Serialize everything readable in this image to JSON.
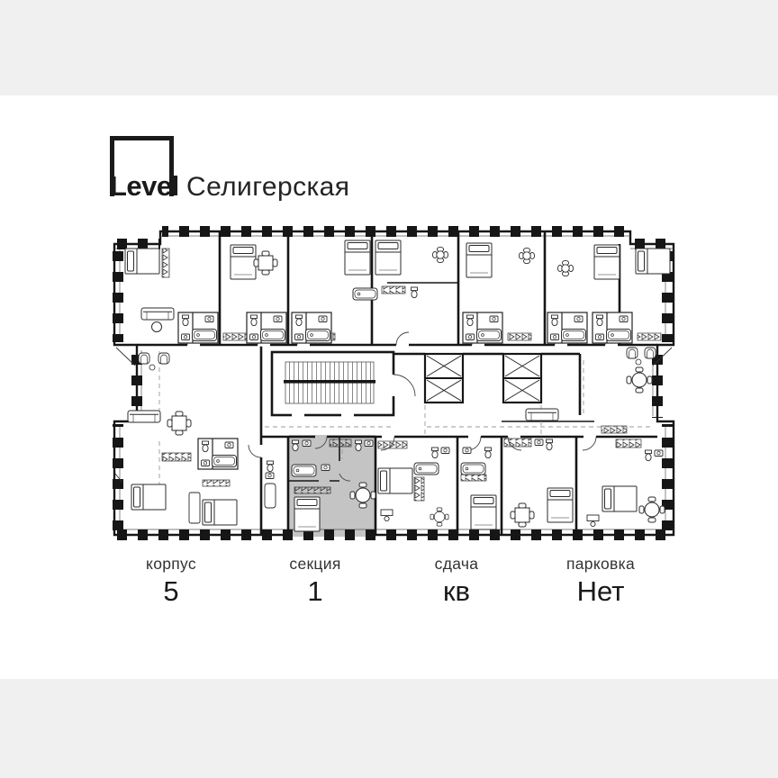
{
  "brand": {
    "logo_text": "Level",
    "project_name": "Селигерская"
  },
  "details": [
    {
      "label": "корпус",
      "value": "5"
    },
    {
      "label": "секция",
      "value": "1"
    },
    {
      "label": "сдача",
      "value": "кв"
    },
    {
      "label": "парковка",
      "value": "Нет"
    }
  ],
  "plan": {
    "highlight_color": "#c4c4c4",
    "wall_color": "#161616",
    "band_color": "#f0f0f0"
  }
}
